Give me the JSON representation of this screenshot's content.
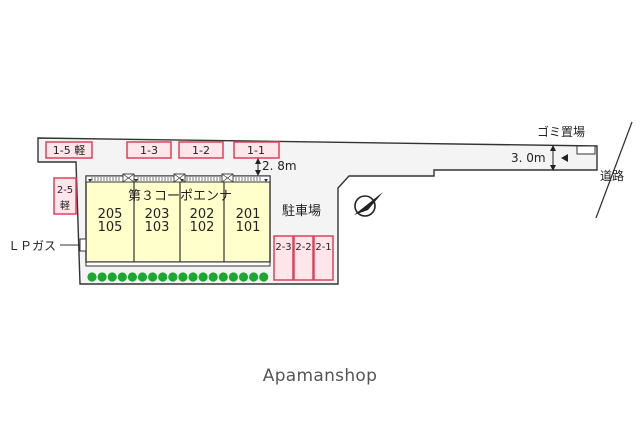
{
  "building": {
    "name": "第３コーポエンナ",
    "units_upper": [
      "205",
      "203",
      "202",
      "201"
    ],
    "units_lower": [
      "105",
      "103",
      "102",
      "101"
    ]
  },
  "parking_top": [
    "1-5 軽",
    "1-3",
    "1-2",
    "1-1"
  ],
  "parking_left": {
    "top": "2-5",
    "bottom": "軽"
  },
  "parking_right": [
    "2-3",
    "2-2",
    "2-1"
  ],
  "labels": {
    "parking_lot": "駐車場",
    "gas": "ＬＰガス",
    "garbage": "ゴミ置場",
    "road": "道路",
    "dim_top": "2. 8m",
    "dim_right": "3. 0m"
  },
  "watermark": "Apamanshop",
  "colors": {
    "building_fill": "#ffffcc",
    "parking_stroke": "#e0405a",
    "parking_fill": "#ffd7de",
    "site_fill": "#f4f4f4",
    "hedge": "#1aa82e"
  }
}
